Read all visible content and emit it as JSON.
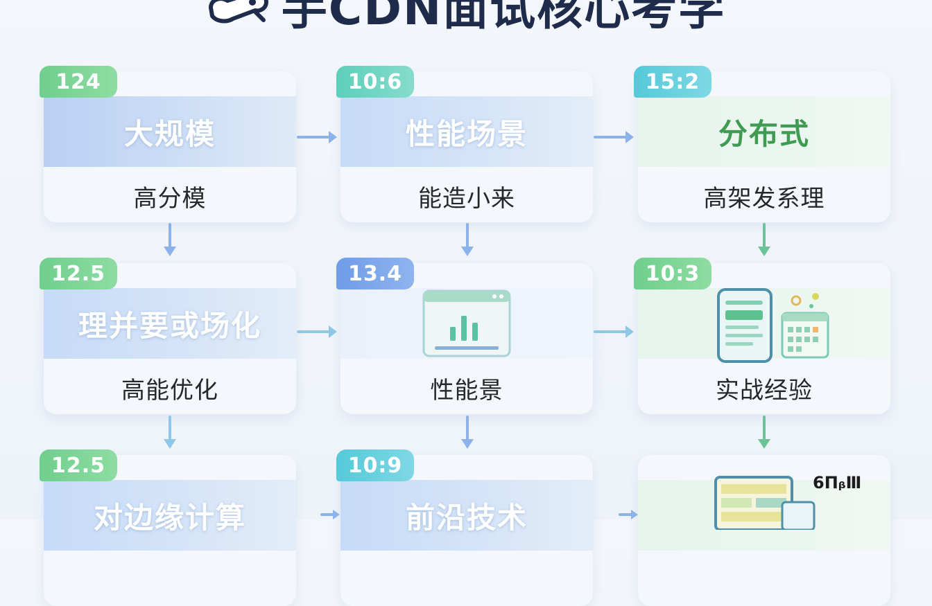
{
  "header": {
    "title": "手CDN面试核心考学",
    "icon": "dog-bone-icon"
  },
  "cards": [
    {
      "badge": "124",
      "title": "大规模",
      "sub": "高分模"
    },
    {
      "badge": "10:6",
      "title": "性能场景",
      "sub": "能造小来"
    },
    {
      "badge": "15:2",
      "title": "分布式",
      "sub": "高架发系理"
    },
    {
      "badge": "12.5",
      "title": "理并要或场化",
      "sub": "高能优化"
    },
    {
      "badge": "13.4",
      "title": "",
      "sub": "性能景",
      "icon": "bar-chart-window-icon"
    },
    {
      "badge": "10:3",
      "title": "",
      "sub": "实战经验",
      "icon": "phone-calendar-icon"
    },
    {
      "badge": "12.5",
      "title": "对边缘计算",
      "sub": ""
    },
    {
      "badge": "10:9",
      "title": "前沿技术",
      "sub": ""
    },
    {
      "badge": "",
      "title": "",
      "sub": "",
      "icon": "laptop-dashboard-icon"
    }
  ],
  "note": "6ΠᵦⅢ",
  "colors": {
    "blue_arrow": "#8bb3ea",
    "green_arrow": "#6cc39a",
    "title": "#1f2b4a"
  }
}
